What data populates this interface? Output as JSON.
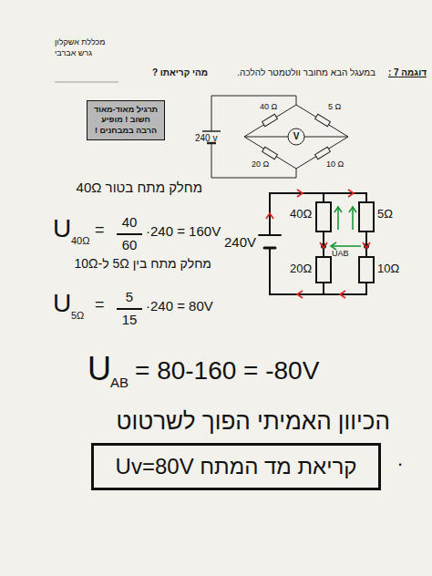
{
  "diagram": {
    "nodes": [
      {
        "text": [
          "תרגיל מאוד-מאוד חשוב ! מופיע הרבה במבחנים !"
        ]
      },
      {
        "text": [
          "קריאת מד המתח Uv=80V"
        ]
      }
    ],
    "labels": [
      "מכללת אשקלון",
      "גרש אברבי",
      "דוגמה 7 :",
      "במעגל הבא מחובר וולטמטר להלכה.",
      "מהי קריאתו ?",
      "40 Ω",
      "5 Ω",
      "20 Ω",
      "10 Ω",
      "240 v",
      "V",
      "מחלק מתח בטור 40Ω",
      "U",
      "40Ω",
      "=",
      "40",
      "60",
      "·240 = 160V",
      "מחלק מתח בין 5Ω ל-10Ω",
      "U",
      "5Ω",
      "=",
      "5",
      "15",
      "·240 = 80V",
      "40Ω",
      "5Ω",
      "20Ω",
      "10Ω",
      "240V",
      "UAB",
      "U",
      "AB",
      "= 80-160 = -80V",
      "הכיוון האמיתי הפוך לשרטוט",
      "."
    ]
  }
}
